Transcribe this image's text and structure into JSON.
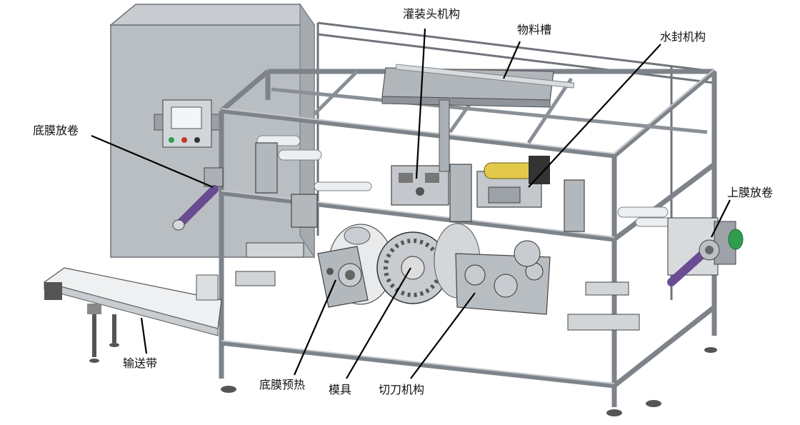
{
  "diagram": {
    "labels": {
      "filling_head": "灌装头机构",
      "material_tank": "物料槽",
      "water_seal": "水封机构",
      "bottom_film_unwind": "底膜放卷",
      "top_film_unwind": "上膜放卷",
      "conveyor": "输送带",
      "bottom_film_preheat": "底膜预热",
      "mold": "模具",
      "cutter": "切刀机构"
    },
    "colors": {
      "frame": "#9aa0a6",
      "frame_dark": "#6e747a",
      "cabinet": "#b9bec3",
      "panel": "#d8dbde",
      "shaft_purple": "#6a4c93",
      "motor_green": "#2e9e4d",
      "film_roll": "#e9eaeb",
      "leader_line": "#000000"
    }
  }
}
